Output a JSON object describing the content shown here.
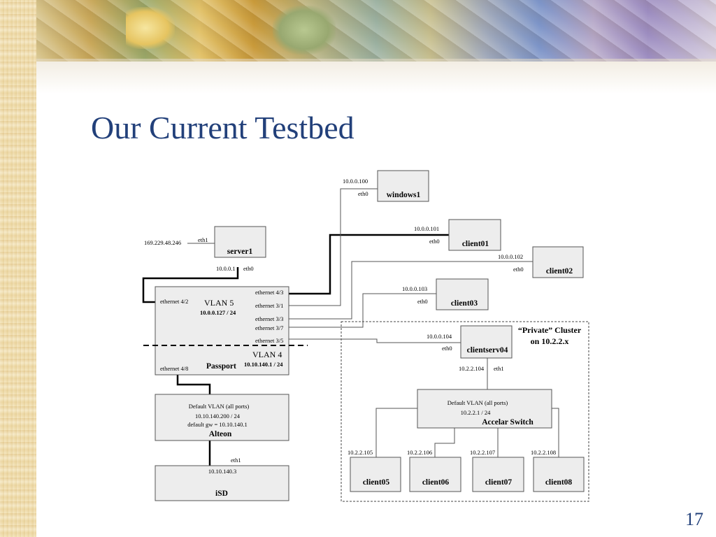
{
  "slide": {
    "title": "Our Current Testbed",
    "page_number": "17"
  },
  "nodes": {
    "windows1": {
      "name": "windows1",
      "ip": "10.0.0.100",
      "iface": "eth0"
    },
    "client01": {
      "name": "client01",
      "ip": "10.0.0.101",
      "iface": "eth0"
    },
    "client02": {
      "name": "client02",
      "ip": "10.0.0.102",
      "iface": "eth0"
    },
    "client03": {
      "name": "client03",
      "ip": "10.0.0.103",
      "iface": "eth0"
    },
    "server1": {
      "name": "server1",
      "ext_ip": "169.229.48.246",
      "ext_iface": "eth1",
      "ip": "10.0.0.1",
      "iface": "eth0"
    },
    "passport": {
      "name": "Passport",
      "vlan5_label": "VLAN 5",
      "vlan5_subnet": "10.0.0.127 / 24",
      "vlan4_label": "VLAN 4",
      "vlan4_subnet": "10.10.140.1 / 24",
      "ports": {
        "e42": "ethernet 4/2",
        "e43": "ethernet 4/3",
        "e31": "ethernet 3/1",
        "e33": "ethernet 3/3",
        "e37": "ethernet 3/7",
        "e35": "ethernet 3/5",
        "e48": "ethernet 4/8"
      }
    },
    "alteon": {
      "name": "Alteon",
      "line1": "Default VLAN (all ports)",
      "line2": "10.10.140.200 / 24",
      "line3": "default gw = 10.10.140.1"
    },
    "isd": {
      "name": "iSD",
      "ip": "10.10.140.3",
      "iface": "eth1"
    },
    "clientserv04": {
      "name": "clientserv04",
      "ip": "10.0.0.104",
      "iface": "eth0",
      "ip2": "10.2.2.104",
      "iface2": "eth1"
    },
    "accelar": {
      "name": "Accelar Switch",
      "line1": "Default VLAN (all ports)",
      "line2": "10.2.2.1 / 24"
    },
    "client05": {
      "name": "client05",
      "ip": "10.2.2.105"
    },
    "client06": {
      "name": "client06",
      "ip": "10.2.2.106"
    },
    "client07": {
      "name": "client07",
      "ip": "10.2.2.107"
    },
    "client08": {
      "name": "client08",
      "ip": "10.2.2.108"
    }
  },
  "cluster": {
    "line1": "“Private” Cluster",
    "line2": "on 10.2.2.x"
  }
}
